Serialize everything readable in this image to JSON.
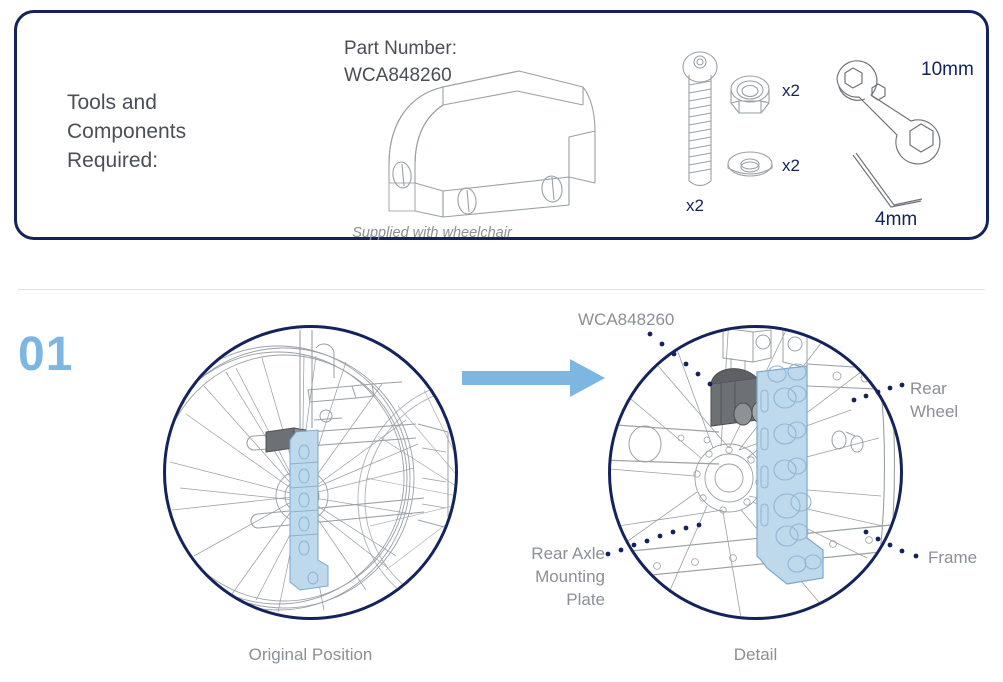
{
  "tools_panel": {
    "title": "Tools and\nComponents\nRequired:",
    "title_lines": [
      "Tools and",
      "Components",
      "Required:"
    ],
    "part_number_label": "Part Number:",
    "part_number_value": "WCA848260",
    "supplied_note": "Supplied with wheelchair",
    "items": [
      {
        "name": "bracket",
        "quantity_label": "",
        "size_label": ""
      },
      {
        "name": "bolt",
        "quantity_label": "x2",
        "size_label": ""
      },
      {
        "name": "nyloc-nut",
        "quantity_label": "x2",
        "size_label": ""
      },
      {
        "name": "washer",
        "quantity_label": "x2",
        "size_label": ""
      },
      {
        "name": "spanner",
        "quantity_label": "",
        "size_label": "10mm"
      },
      {
        "name": "allen-key",
        "quantity_label": "",
        "size_label": "4mm"
      }
    ],
    "bolt_qty": "x2",
    "nut_qty": "x2",
    "washer_qty": "x2",
    "spanner_size": "10mm",
    "allen_key_size": "4mm"
  },
  "step": {
    "number": "01",
    "caption_left": "Original Position",
    "caption_right": "Detail",
    "callouts": {
      "part": "WCA848260",
      "rear_wheel_lines": [
        "Rear",
        "Wheel"
      ],
      "rear_wheel": "Rear Wheel",
      "frame": "Frame",
      "mounting_plate_lines": [
        "Rear Axle",
        "Mounting",
        "Plate"
      ],
      "mounting_plate": "Rear Axle Mounting Plate"
    }
  },
  "colors": {
    "navy": "#14235c",
    "step_blue": "#7db6e0",
    "arrow_blue": "#7db6e0",
    "highlight_blue": "#bfd9ec",
    "text_gray": "#8b8f96",
    "heading_gray": "#4a4f57",
    "line_gray": "#9aa0a6"
  }
}
